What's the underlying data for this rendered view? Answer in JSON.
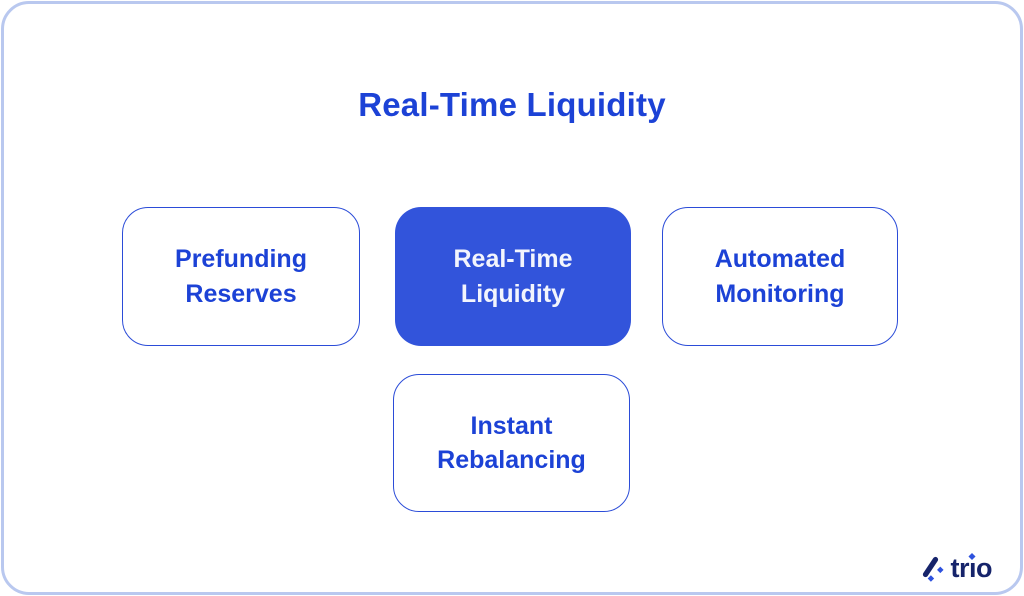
{
  "title": {
    "text": "Real-Time Liquidity"
  },
  "diagram": {
    "boxes": [
      {
        "id": "prefunding-reserves",
        "line1": "Prefunding",
        "line2": "Reserves",
        "variant": "outline"
      },
      {
        "id": "real-time-liquidity",
        "line1": "Real-Time",
        "line2": "Liquidity",
        "variant": "filled"
      },
      {
        "id": "automated-monitoring",
        "line1": "Automated",
        "line2": "Monitoring",
        "variant": "outline"
      },
      {
        "id": "instant-rebalancing",
        "line1": "Instant",
        "line2": "Rebalancing",
        "variant": "outline"
      }
    ]
  },
  "logo": {
    "brand": "trio",
    "text_pre": "tr",
    "text_i": "ı",
    "text_post": "o",
    "icon": "trio-diamond-slash-icon"
  },
  "colors": {
    "accent_blue": "#1c42d6",
    "box_fill_blue": "#3254db",
    "box_border_blue": "#2b4cd8",
    "frame_border": "#b9c8ef",
    "logo_navy": "#16246b",
    "logo_diamond_blue": "#2e52de",
    "background": "#ffffff",
    "filled_box_text": "#f3f5fd"
  }
}
